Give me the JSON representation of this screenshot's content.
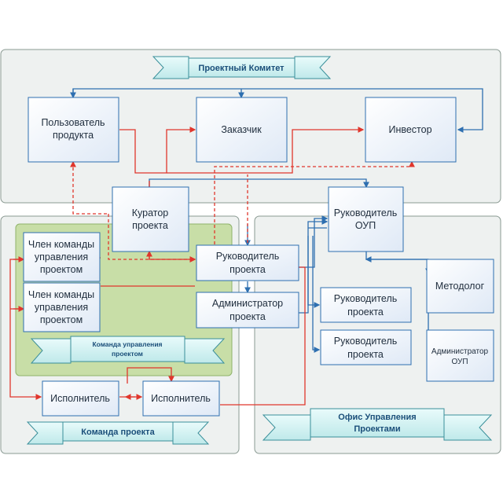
{
  "committee": {
    "banner": "Проектный Комитет"
  },
  "nodes": {
    "user": {
      "line1": "Пользователь",
      "line2": "продукта"
    },
    "customer": {
      "line1": "Заказчик"
    },
    "investor": {
      "line1": "Инвестор"
    },
    "curator": {
      "line1": "Куратор",
      "line2": "проекта"
    },
    "pmo_head": {
      "line1": "Руководитель",
      "line2": "ОУП"
    },
    "member1": {
      "line1": "Член команды",
      "line2": "управления",
      "line3": "проектом"
    },
    "member2": {
      "line1": "Член команды",
      "line2": "управления",
      "line3": "проектом"
    },
    "pm": {
      "line1": "Руководитель",
      "line2": "проекта"
    },
    "admin": {
      "line1": "Администратор",
      "line2": "проекта"
    },
    "executor1": {
      "line1": "Исполнитель"
    },
    "executor2": {
      "line1": "Исполнитель"
    },
    "methodologist": {
      "line1": "Методолог"
    },
    "pmo_admin": {
      "line1": "Администратор",
      "line2": "ОУП"
    },
    "office_pm1": {
      "line1": "Руководитель",
      "line2": "проекта"
    },
    "office_pm2": {
      "line1": "Руководитель",
      "line2": "проекта"
    }
  },
  "mgmt_team": {
    "banner_line1": "Команда управления",
    "banner_line2": "проектом"
  },
  "project_team": {
    "banner": "Команда проекта"
  },
  "pmo": {
    "banner_line1": "Офис Управления",
    "banner_line2": "Проектами"
  },
  "colors": {
    "blue_line": "#2e6fb0",
    "red_line": "#e0362c",
    "panel": "#eef1f0",
    "green": "#c8dea7"
  }
}
